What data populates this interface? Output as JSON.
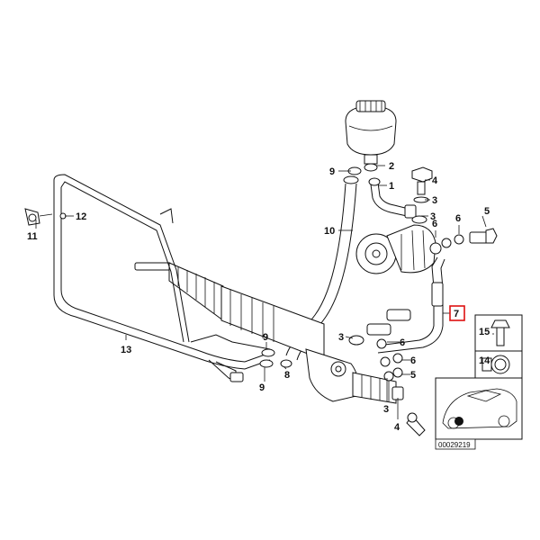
{
  "labels": {
    "p1": "1",
    "p2": "2",
    "p3": "3",
    "p4": "4",
    "p5": "5",
    "p6": "6",
    "p7": "7",
    "p8": "8",
    "p9": "9",
    "p10": "10",
    "p11": "11",
    "p12": "12",
    "p13": "13",
    "p14": "14",
    "p15": "15"
  },
  "highlight": {
    "part": "7",
    "color": "#dd1111"
  },
  "diagram": {
    "code": "00029219"
  }
}
